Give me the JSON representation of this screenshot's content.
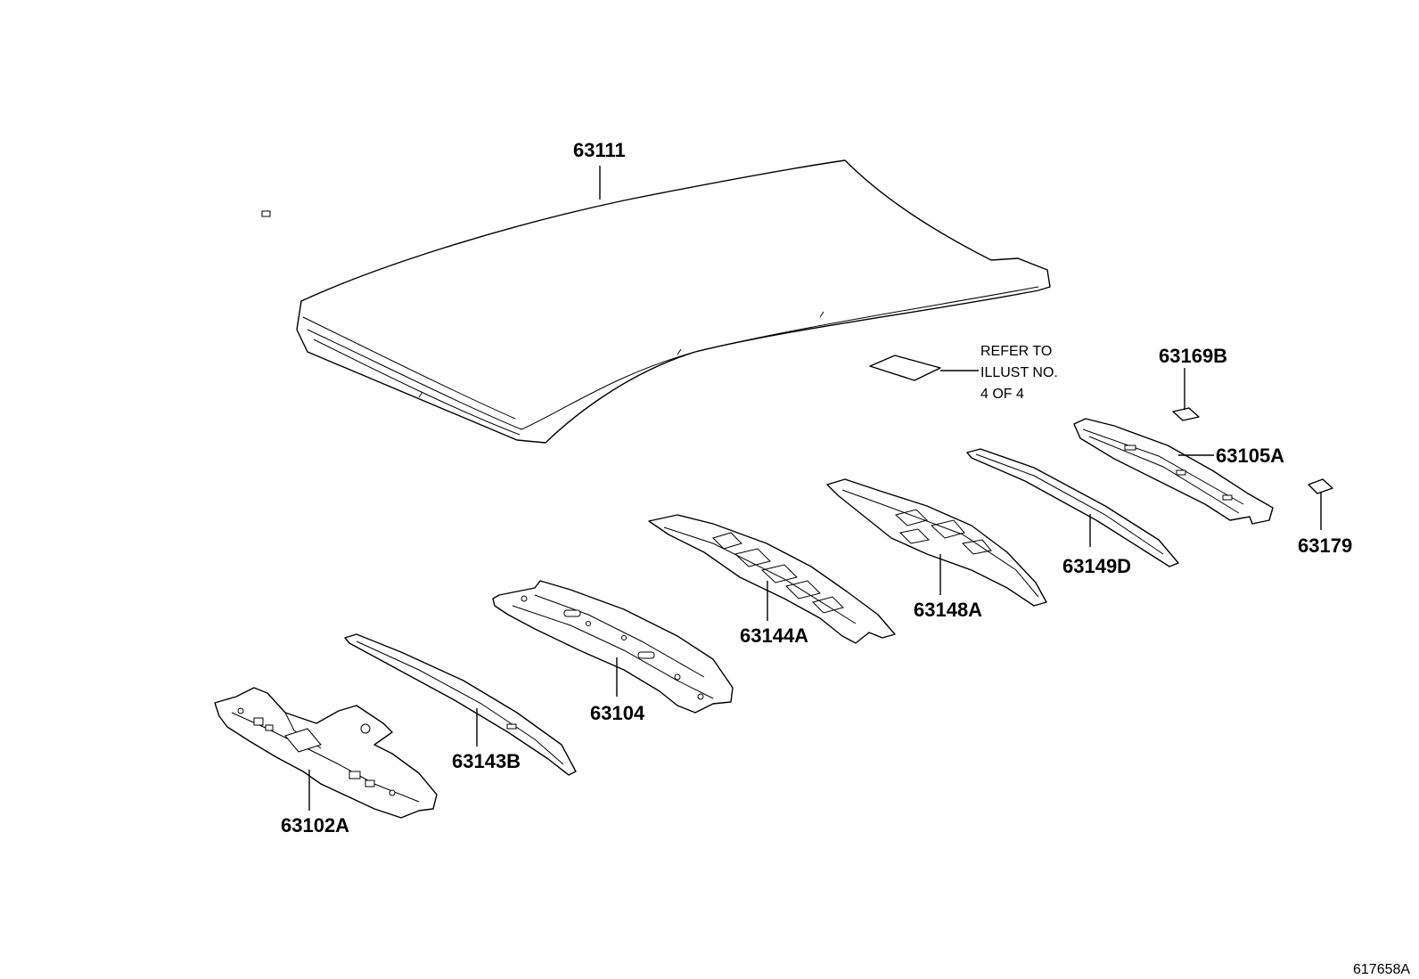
{
  "parts": [
    {
      "key": "roof",
      "number": "63111"
    },
    {
      "key": "note_panel",
      "number": ""
    },
    {
      "key": "p63169b",
      "number": "63169B"
    },
    {
      "key": "p63105a",
      "number": "63105A"
    },
    {
      "key": "p63179",
      "number": "63179"
    },
    {
      "key": "p63149d",
      "number": "63149D"
    },
    {
      "key": "p63148a",
      "number": "63148A"
    },
    {
      "key": "p63144a",
      "number": "63144A"
    },
    {
      "key": "p63104",
      "number": "63104"
    },
    {
      "key": "p63143b",
      "number": "63143B"
    },
    {
      "key": "p63102a",
      "number": "63102A"
    }
  ],
  "note": {
    "line1": "REFER TO",
    "line2": "ILLUST NO.",
    "line3": "4 OF 4"
  },
  "illustration_id": "617658A"
}
